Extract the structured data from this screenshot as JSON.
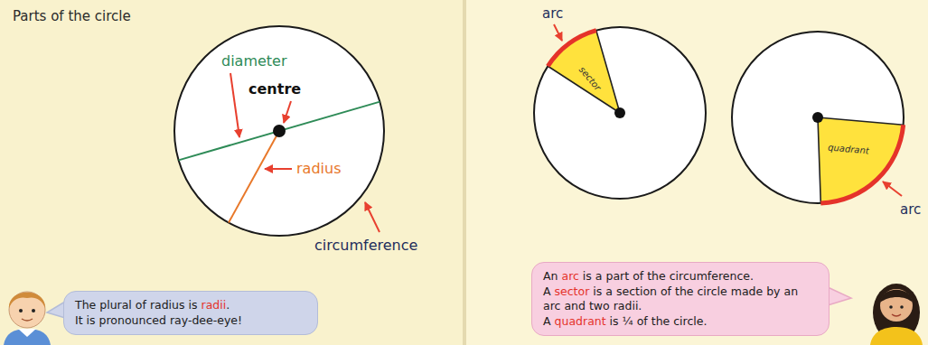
{
  "diagram": {
    "title": "Parts of the circle",
    "nodes": [
      {
        "text": [
          "The plural of radius is radii.",
          "It is pronounced ray-dee-eye!"
        ]
      },
      {
        "text": [
          "sector"
        ]
      },
      {
        "text": [
          "quadrant"
        ]
      },
      {
        "text": [
          "An arc is a part of the circumference.",
          "A sector is a section of the circle made by an arc and two radii.",
          "A quadrant is ¼ of the circle."
        ]
      }
    ],
    "labels": [
      "diameter",
      "centre",
      "radius",
      "circumference",
      "arc",
      "arc"
    ]
  }
}
